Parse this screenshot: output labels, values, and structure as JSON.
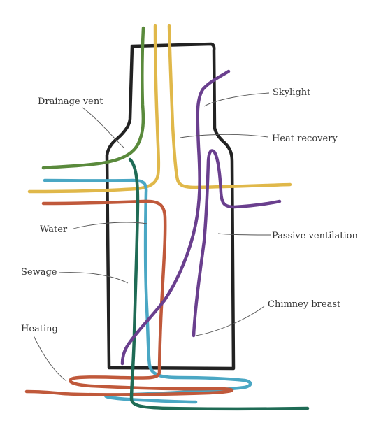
{
  "labels": {
    "drainage_vent": "Drainage vent",
    "skylight": "Skylight",
    "heat_recovery": "Heat recovery",
    "water": "Water",
    "passive_ventilation": "Passive ventilation",
    "sewage": "Sewage",
    "chimney_breast": "Chimney breast",
    "heating": "Heating"
  },
  "colors": {
    "outline": "#222222",
    "drainage_vent": "#5a8a3c",
    "heat_recovery": "#e0b84a",
    "skylight": "#6a3f8e",
    "water": "#4aa7c4",
    "heating": "#c0593b",
    "sewage": "#1f6b55",
    "leader": "#555555"
  }
}
